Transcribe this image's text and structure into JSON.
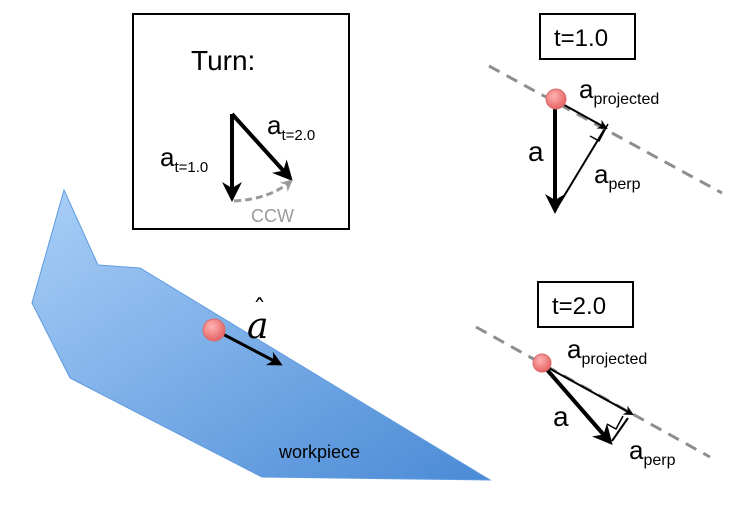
{
  "turn_box": {
    "title": "Turn:",
    "vector_t1": {
      "base": "a",
      "sub": "t=1.0"
    },
    "vector_t2": {
      "base": "a",
      "sub": "t=2.0"
    },
    "rotation_label": "CCW"
  },
  "workpiece": {
    "label": "workpiece",
    "direction_symbol": "a",
    "hat": "ˆ"
  },
  "panel_t1": {
    "label": "t=1.0",
    "vector": "a",
    "projected": {
      "base": "a",
      "sub": "projected"
    },
    "perp": {
      "base": "a",
      "sub": "perp"
    }
  },
  "panel_t2": {
    "label": "t=2.0",
    "vector": "a",
    "projected": {
      "base": "a",
      "sub": "projected"
    },
    "perp": {
      "base": "a",
      "sub": "perp"
    }
  },
  "colors": {
    "workpiece_light": "#9cc6f4",
    "workpiece_dark": "#4f8fd8",
    "point": "#ee7777",
    "ccw_arrow": "#9a9a9a",
    "guide_line": "#8e8e8e"
  }
}
